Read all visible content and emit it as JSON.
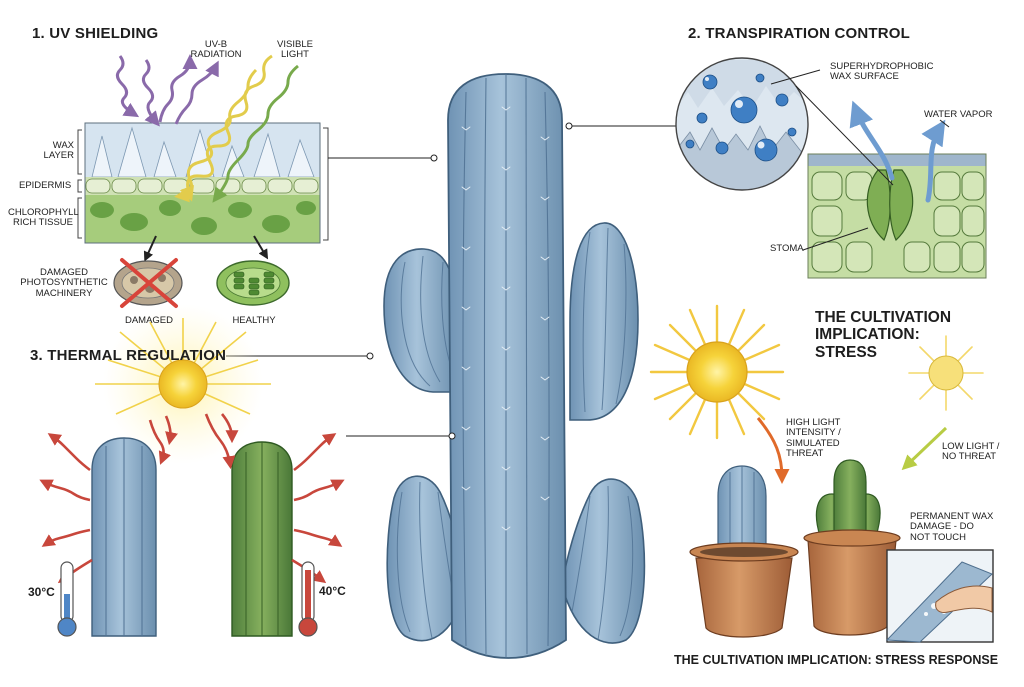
{
  "uv": {
    "title": "1. UV SHIELDING",
    "uvb": "UV-B\nRADIATION",
    "visible": "VISIBLE\nLIGHT",
    "wax": "WAX\nLAYER",
    "epidermis": "EPIDERMIS",
    "chlorophyll": "CHLOROPHYLL\nRICH TISSUE",
    "machinery": "DAMAGED\nPHOTOSYNTHETIC\nMACHINERY",
    "damaged": "DAMAGED",
    "healthy": "HEALTHY"
  },
  "transpiration": {
    "title": "2. TRANSPIRATION CONTROL",
    "surface": "SUPERHYDROPHOBIC\nWAX SURFACE",
    "vapor": "WATER VAPOR",
    "stoma": "STOMA"
  },
  "thermal": {
    "title": "3. THERMAL REGULATION",
    "cool_temp": "30°C",
    "hot_temp": "40°C"
  },
  "cultivation": {
    "title": "THE CULTIVATION\nIMPLICATION:\nSTRESS",
    "high_light": "HIGH LIGHT\nINTENSITY /\nSIMULATED\nTHREAT",
    "low_light": "LOW LIGHT /\nNO THREAT",
    "wax_damage": "PERMANENT WAX\nDAMAGE - DO\nNOT TOUCH",
    "footer": "THE CULTIVATION IMPLICATION: STRESS RESPONSE"
  },
  "colors": {
    "blue_cactus": "#8fb0cc",
    "green_cactus": "#6f9a52",
    "sun": "#f6d33a",
    "heat_arrow": "#c8473c",
    "uvb_arrow": "#8a6aaa",
    "visible_yellow": "#e2cc4c",
    "visible_green": "#78aa4c",
    "pot": "#c88858",
    "ink": "#2e2e2e"
  }
}
